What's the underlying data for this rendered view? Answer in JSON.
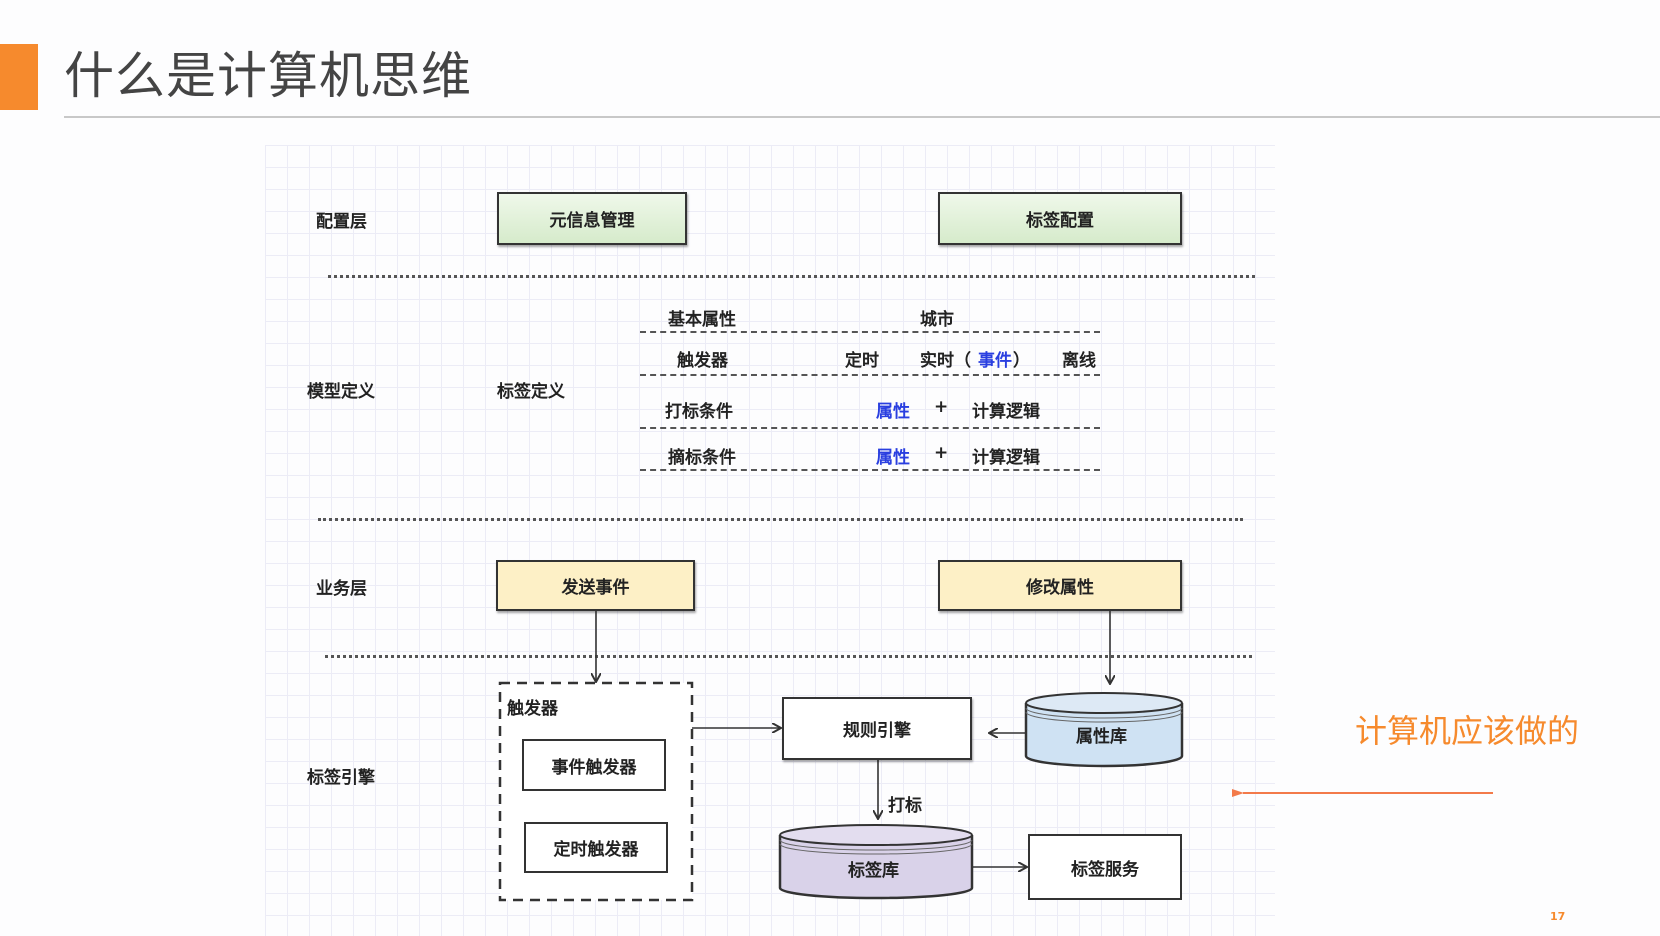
{
  "slide": {
    "title": "什么是计算机思维",
    "page_number": "17",
    "accent_color": "#f68a2d"
  },
  "diagram": {
    "layers": {
      "config": "配置层",
      "model": "模型定义",
      "business": "业务层",
      "engine": "标签引擎"
    },
    "config_boxes": [
      "元信息管理",
      "标签配置"
    ],
    "tag_definition_label": "标签定义",
    "definition_table": [
      {
        "name": "基本属性",
        "values": [
          {
            "text": "城市",
            "highlight": false
          }
        ]
      },
      {
        "name": "触发器",
        "values": [
          {
            "text": "定时",
            "highlight": false
          },
          {
            "text": "实时（",
            "highlight": false
          },
          {
            "text": "事件",
            "highlight": true
          },
          {
            "text": "）",
            "highlight": false
          },
          {
            "text": "离线",
            "highlight": false
          }
        ]
      },
      {
        "name": "打标条件",
        "values": [
          {
            "text": "属性",
            "highlight": true
          },
          {
            "text": "+",
            "highlight": false
          },
          {
            "text": "计算逻辑",
            "highlight": false
          }
        ]
      },
      {
        "name": "摘标条件",
        "values": [
          {
            "text": "属性",
            "highlight": true
          },
          {
            "text": "+",
            "highlight": false
          },
          {
            "text": "计算逻辑",
            "highlight": false
          }
        ]
      }
    ],
    "business_boxes": [
      "发送事件",
      "修改属性"
    ],
    "trigger_group": {
      "title": "触发器",
      "items": [
        "事件触发器",
        "定时触发器"
      ]
    },
    "rule_engine": "规则引擎",
    "attribute_store": "属性库",
    "tag_store": "标签库",
    "tag_service": "标签服务",
    "tagging_edge_label": "打标",
    "colors": {
      "config_fill": "#d6ebcb",
      "business_fill": "#fdf0c6",
      "attribute_store_fill": "#cfe2f3",
      "tag_store_fill": "#d9d2e9",
      "highlight_text": "#2a3fe0"
    }
  },
  "annotation": {
    "text": "计算机应该做的",
    "color": "#f68a2d"
  }
}
